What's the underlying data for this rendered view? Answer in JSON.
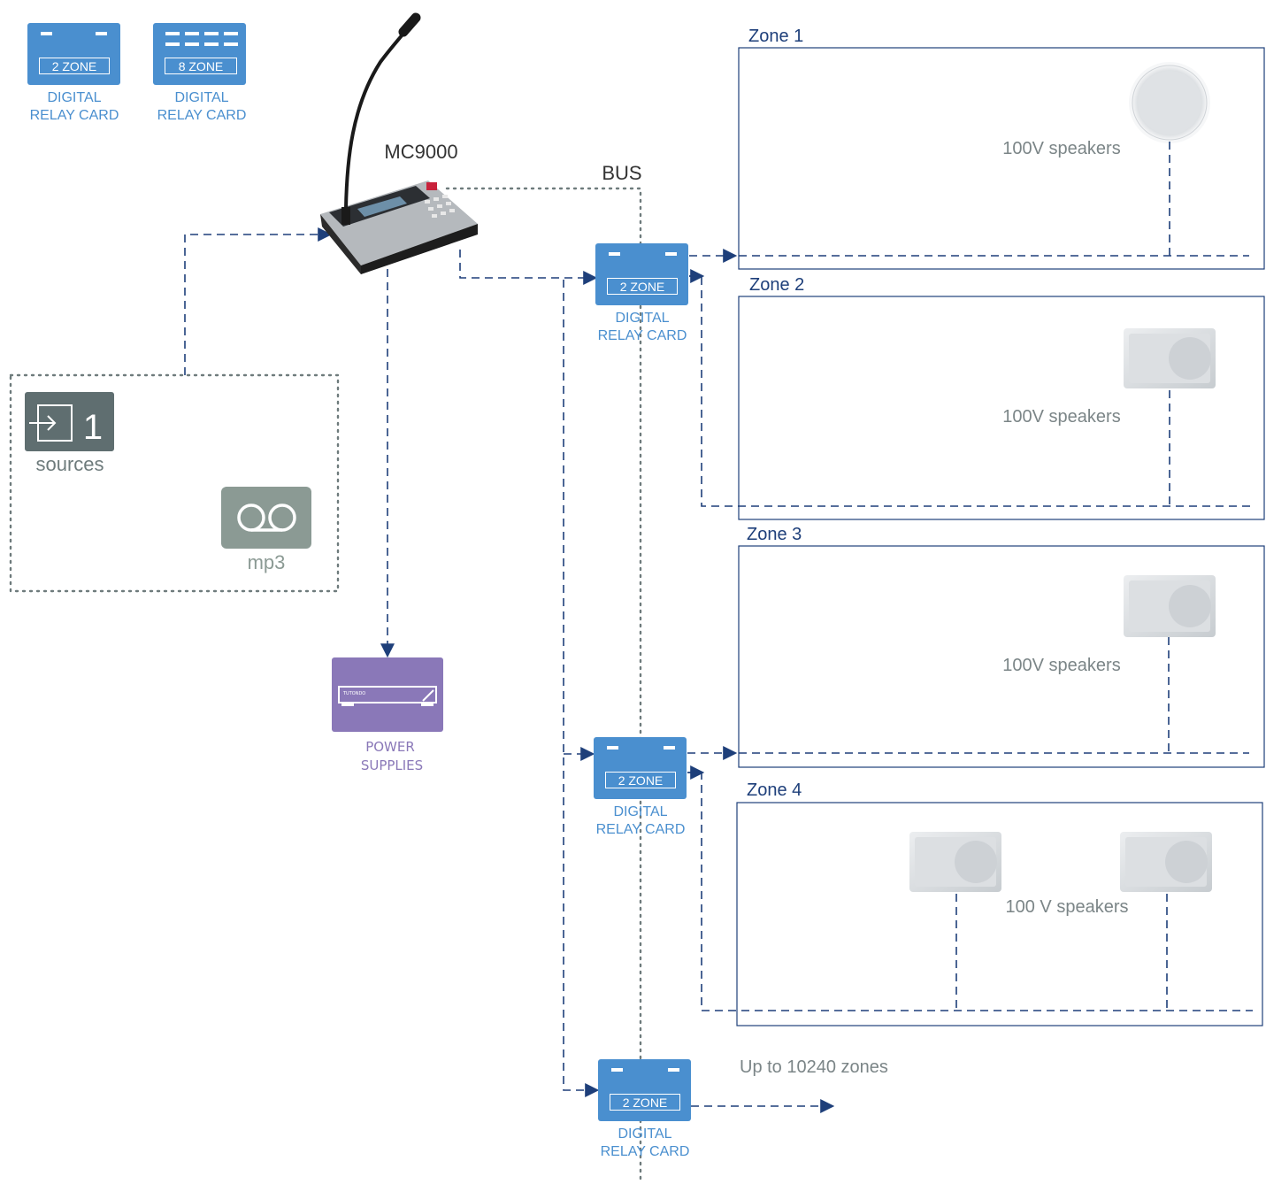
{
  "legend": {
    "card_2zone": {
      "badge": "2 ZONE",
      "line1": "DIGITAL",
      "line2": "RELAY CARD"
    },
    "card_8zone": {
      "badge": "8 ZONE",
      "line1": "DIGITAL",
      "line2": "RELAY CARD"
    }
  },
  "console": {
    "label": "MC9000"
  },
  "bus": {
    "label": "BUS"
  },
  "sources": {
    "count": "1",
    "label": "sources",
    "mp3_label": "mp3"
  },
  "power": {
    "line1": "POWER",
    "line2": "SUPPLIES",
    "brand": "TUTONDO"
  },
  "relay_cards": [
    {
      "badge": "2 ZONE",
      "line1": "DIGITAL",
      "line2": "RELAY CARD"
    },
    {
      "badge": "2 ZONE",
      "line1": "DIGITAL",
      "line2": "RELAY CARD"
    },
    {
      "badge": "2 ZONE",
      "line1": "DIGITAL",
      "line2": "RELAY CARD"
    }
  ],
  "zones": [
    {
      "title": "Zone 1",
      "speakers": "100V speakers"
    },
    {
      "title": "Zone 2",
      "speakers": "100V speakers"
    },
    {
      "title": "Zone 3",
      "speakers": "100V speakers"
    },
    {
      "title": "Zone 4",
      "speakers": "100 V speakers"
    }
  ],
  "expansion_note": "Up to 10240 zones",
  "colors": {
    "relay_card": "#4a8fcf",
    "line": "#1e3f7a",
    "sources": "#5f6e70",
    "mp3": "#8b9a94",
    "power": "#8a78b8"
  }
}
